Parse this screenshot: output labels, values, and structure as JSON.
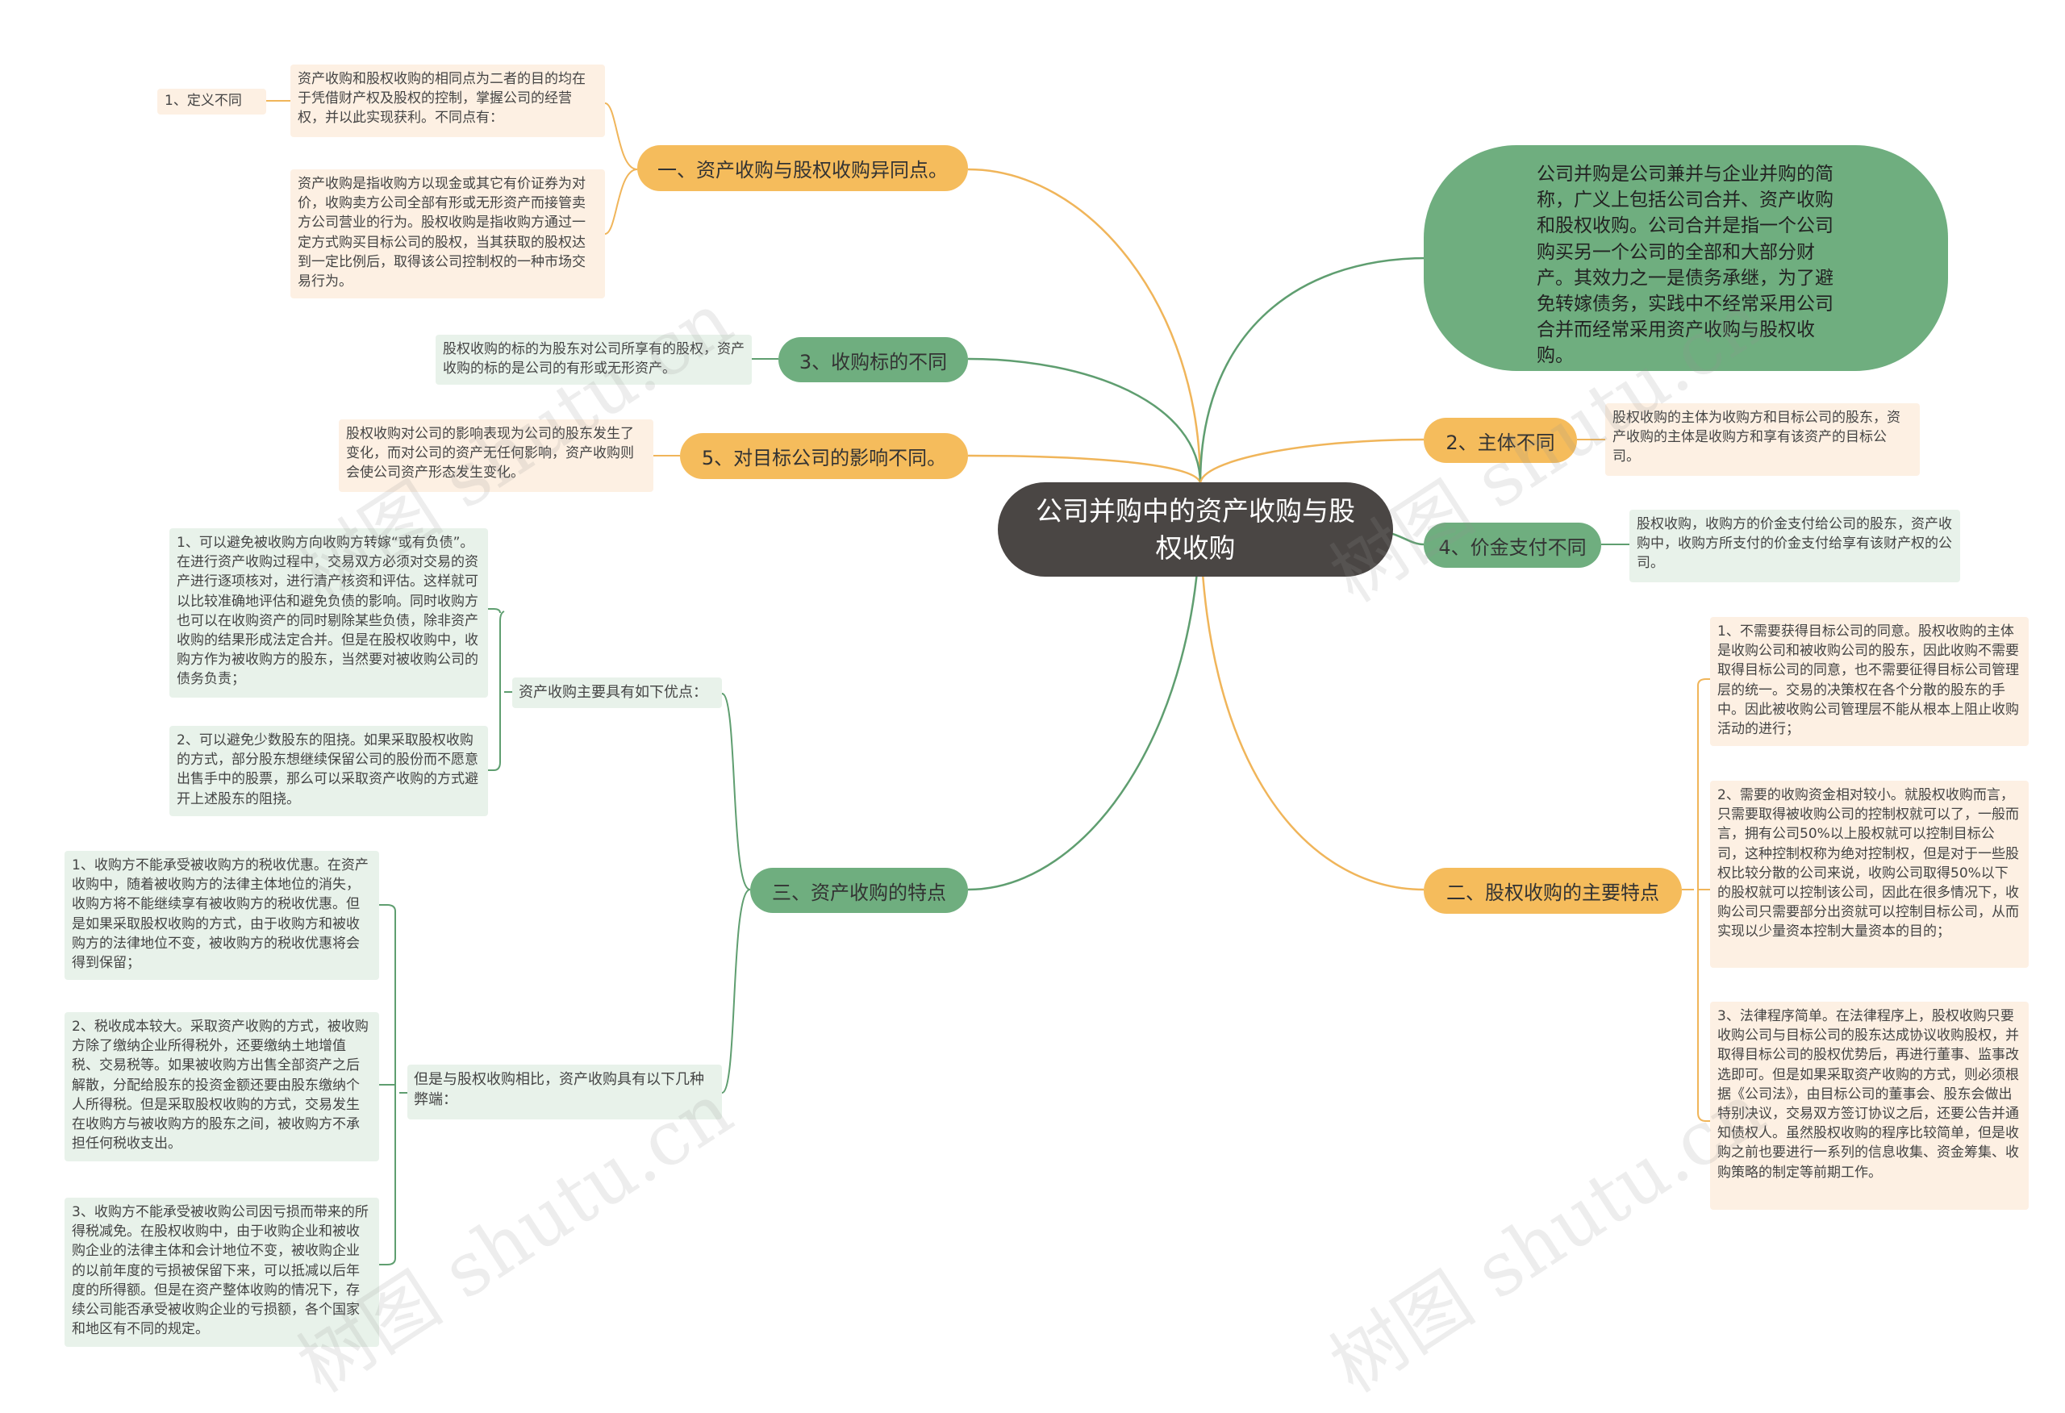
{
  "root": {
    "title": "公司并购中的资产收购与股权收购"
  },
  "intro": "公司并购是公司兼并与企业并购的简称，广义上包括公司合并、资产收购和股权收购。公司合并是指一个公司购买另一个公司的全部和大部分财产。其效力之一是债务承继，为了避免转嫁债务，实践中不经常采用公司合并而经常采用资产收购与股权收购。",
  "branches": {
    "b1": {
      "label": "一、资产收购与股权收购异同点。",
      "item1_label": "1、定义不同",
      "text1": "资产收购和股权收购的相同点为二者的目的均在于凭借财产权及股权的控制，掌握公司的经营权，并以此实现获利。不同点有：",
      "text2": "资产收购是指收购方以现金或其它有价证券为对价，收购卖方公司全部有形或无形资产而接管卖方公司营业的行为。股权收购是指收购方通过一定方式购买目标公司的股权，当其获取的股权达到一定比例后，取得该公司控制权的一种市场交易行为。"
    },
    "b3": {
      "label": "3、收购标的不同",
      "text": "股权收购的标的为股东对公司所享有的股权，资产收购的标的是公司的有形或无形资产。"
    },
    "b5": {
      "label": "5、对目标公司的影响不同。",
      "text": "股权收购对公司的影响表现为公司的股东发生了变化，而对公司的资产无任何影响，资产收购则会使公司资产形态发生变化。"
    },
    "b_three": {
      "label": "三、资产收购的特点",
      "adv_label": "资产收购主要具有如下优点：",
      "adv1": "1、可以避免被收购方向收购方转嫁“或有负债”。在进行资产收购过程中，交易双方必须对交易的资产进行逐项核对，进行清产核资和评估。这样就可以比较准确地评估和避免负债的影响。同时收购方也可以在收购资产的同时剔除某些负债，除非资产收购的结果形成法定合并。但是在股权收购中，收购方作为被收购方的股东，当然要对被收购公司的债务负责；",
      "adv2": "2、可以避免少数股东的阻挠。如果采取股权收购的方式，部分股东想继续保留公司的股份而不愿意出售手中的股票，那么可以采取资产收购的方式避开上述股东的阻挠。",
      "dis_label": "但是与股权收购相比，资产收购具有以下几种弊端：",
      "dis1": "1、收购方不能承受被收购方的税收优惠。在资产收购中，随着被收购方的法律主体地位的消失，收购方将不能继续享有被收购方的税收优惠。但是如果采取股权收购的方式，由于收购方和被收购方的法律地位不变，被收购方的税收优惠将会得到保留；",
      "dis2": "2、税收成本较大。采取资产收购的方式，被收购方除了缴纳企业所得税外，还要缴纳土地增值税、交易税等。如果被收购方出售全部资产之后解散，分配给股东的投资金额还要由股东缴纳个人所得税。但是采取股权收购的方式，交易发生在收购方与被收购方的股东之间，被收购方不承担任何税收支出。",
      "dis3": "3、收购方不能承受被收购公司因亏损而带来的所得税减免。在股权收购中，由于收购企业和被收购企业的法律主体和会计地位不变，被收购企业的以前年度的亏损被保留下来，可以抵减以后年度的所得额。但是在资产整体收购的情况下，存续公司能否承受被收购企业的亏损额，各个国家和地区有不同的规定。"
    },
    "b2": {
      "label": "2、主体不同",
      "text": "股权收购的主体为收购方和目标公司的股东，资产收购的主体是收购方和享有该资产的目标公司。"
    },
    "b4": {
      "label": "4、价金支付不同",
      "text": "股权收购，收购方的价金支付给公司的股东，资产收购中，收购方所支付的价金支付给享有该财产权的公司。"
    },
    "b_two": {
      "label": "二、股权收购的主要特点",
      "item1": "1、不需要获得目标公司的同意。股权收购的主体是收购公司和被收购公司的股东，因此收购不需要取得目标公司的同意，也不需要征得目标公司管理层的统一。交易的决策权在各个分散的股东的手中。因此被收购公司管理层不能从根本上阻止收购活动的进行；",
      "item2": "2、需要的收购资金相对较小。就股权收购而言，只需要取得被收购公司的控制权就可以了，一般而言，拥有公司50%以上股权就可以控制目标公司，这种控制权称为绝对控制权，但是对于一些股权比较分散的公司来说，收购公司取得50%以下的股权就可以控制该公司，因此在很多情况下，收购公司只需要部分出资就可以控制目标公司，从而实现以少量资本控制大量资本的目的；",
      "item3": "3、法律程序简单。在法律程序上，股权收购只要收购公司与目标公司的股东达成协议收购股权，并取得目标公司的股权优势后，再进行董事、监事改选即可。但是如果采取资产收购的方式，则必须根据《公司法》，由目标公司的董事会、股东会做出特别决议，交易双方签订协议之后，还要公告并通知债权人。虽然股权收购的程序比较简单，但是收购之前也要进行一系列的信息收集、资金筹集、收购策略的制定等前期工作。"
    }
  },
  "watermark": "树图 shutu.cn",
  "colors": {
    "root": "#4a4644",
    "orange_pill": "#f5bc5c",
    "green_pill": "#6fae7f",
    "orange_box": "#fdf0e3",
    "green_box": "#e8f2ea",
    "orange_line": "#f0b55a",
    "green_line": "#5f9e70"
  }
}
